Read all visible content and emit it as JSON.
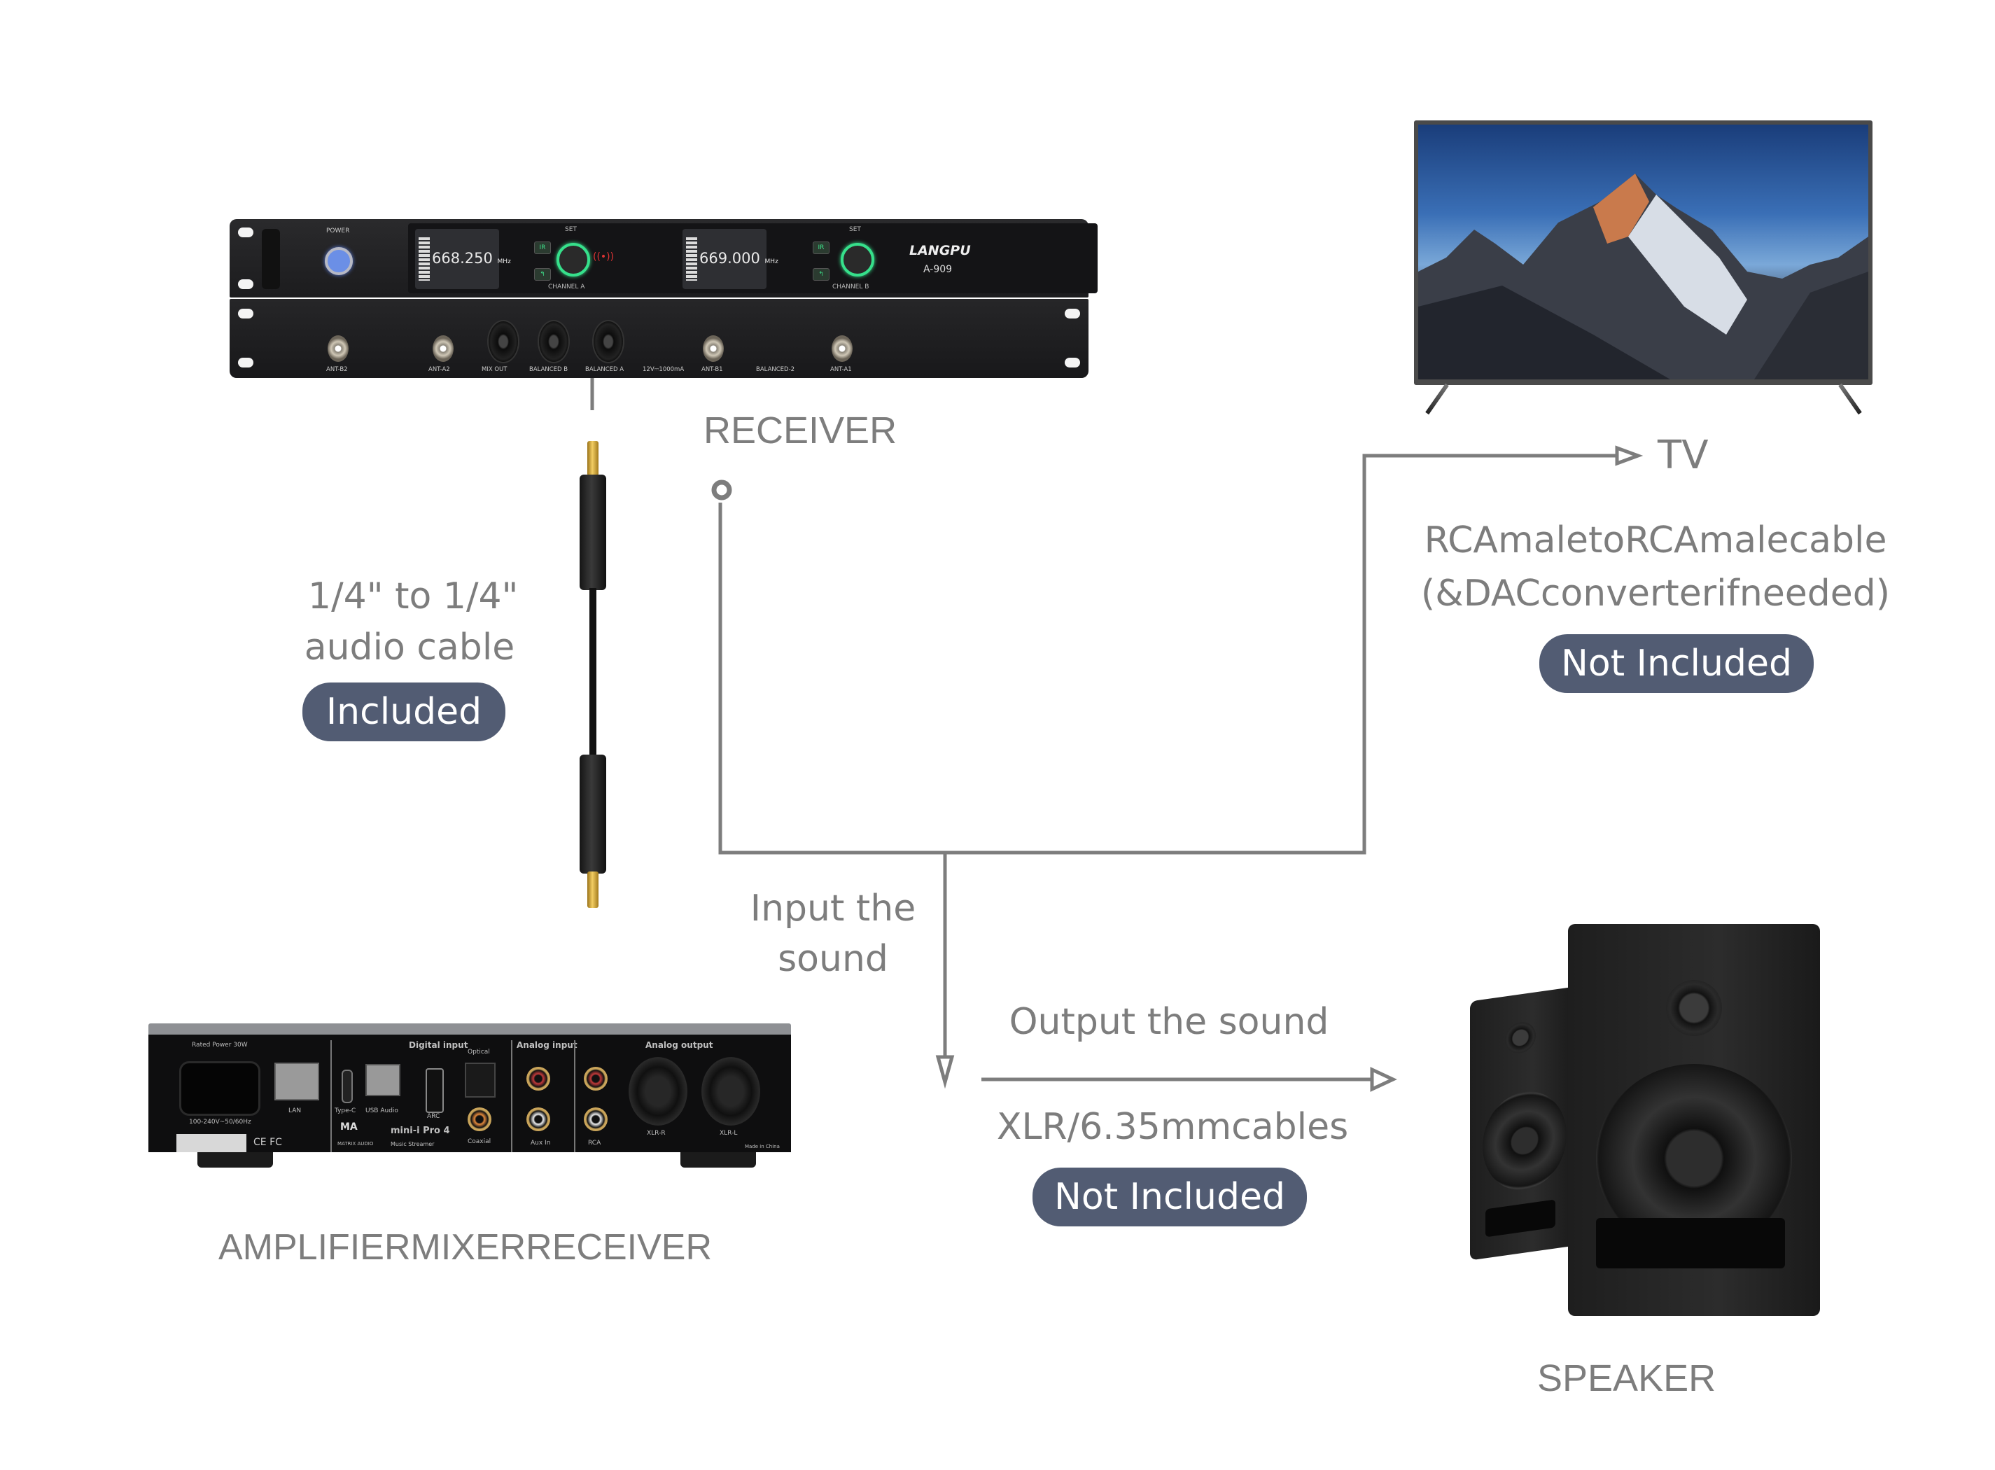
{
  "receiver": {
    "label": "RECEIVER",
    "brand": "LANGPU",
    "model": "A-909",
    "power_label": "POWER",
    "channel_a": {
      "frequency": "668.250",
      "unit": "MHz",
      "set_label": "SET",
      "name": "CHANNEL A"
    },
    "channel_b": {
      "frequency": "669.000",
      "unit": "MHz",
      "set_label": "SET",
      "name": "CHANNEL B"
    },
    "ir_label": "IR",
    "rear_ports": [
      "ANT-B2",
      "ANT-A2",
      "MIX OUT",
      "BALANCED B",
      "BALANCED A",
      "12V⎓1000mA",
      "ANT-B1",
      "BALANCED-2",
      "ANT-A1"
    ]
  },
  "cable": {
    "line1": "1/4\" to 1/4\"",
    "line2": "audio cable",
    "status": "Included"
  },
  "tv": {
    "label": "TV",
    "cable_line1": "RCAmaletoRCAmalecable",
    "cable_line2": "(&DACconverterifneeded)",
    "status": "Not Included"
  },
  "flow": {
    "input_line1": "Input the",
    "input_line2": "sound",
    "output_label": "Output the sound"
  },
  "speaker": {
    "label": "SPEAKER",
    "cable": "XLR/6.35mmcables",
    "status": "Not Included"
  },
  "amplifier": {
    "label": "AMPLIFIERMIXERRECEIVER",
    "brand": "MATRIX AUDIO",
    "model": "mini-i Pro 4",
    "model_sub": "Music Streamer",
    "sections": [
      "Digital input",
      "Analog input",
      "Analog output"
    ],
    "ports": [
      "Rated Power 30W",
      "LAN",
      "Type-C",
      "USB Audio",
      "ARC",
      "Optical",
      "Coaxial",
      "Aux In",
      "RCA",
      "XLR-R",
      "XLR-L",
      "Made in China",
      "100-240V~50/60Hz"
    ]
  },
  "colors": {
    "text_gray": "#7d7d7d",
    "badge_bg": "#525c73",
    "badge_text": "#ffffff",
    "line": "#7d7d7d",
    "knob_glow": "#36e08b"
  }
}
